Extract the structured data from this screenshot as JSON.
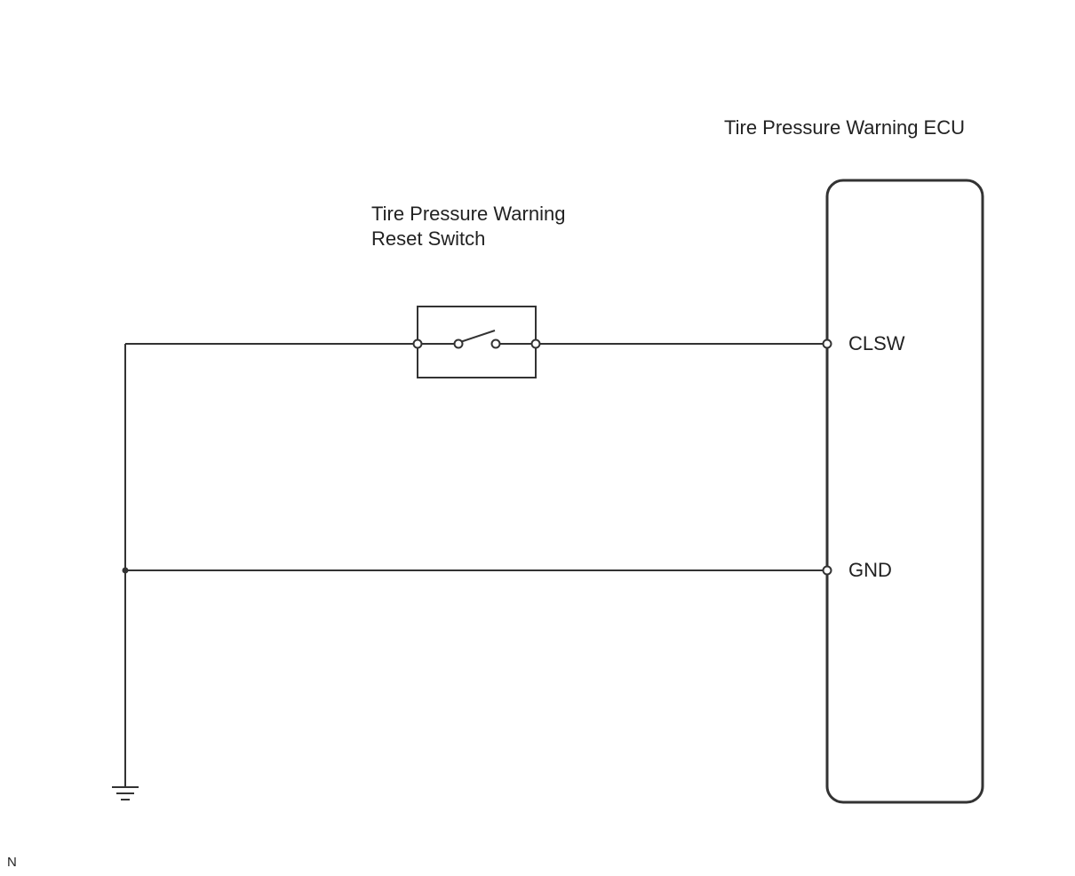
{
  "diagram": {
    "ecu_label": "Tire Pressure Warning ECU",
    "switch_label_line1": "Tire Pressure Warning",
    "switch_label_line2": "Reset Switch",
    "pins": {
      "clsw": "CLSW",
      "gnd": "GND"
    },
    "corner_mark": "N"
  },
  "colors": {
    "line": "#333333",
    "background": "#ffffff"
  }
}
